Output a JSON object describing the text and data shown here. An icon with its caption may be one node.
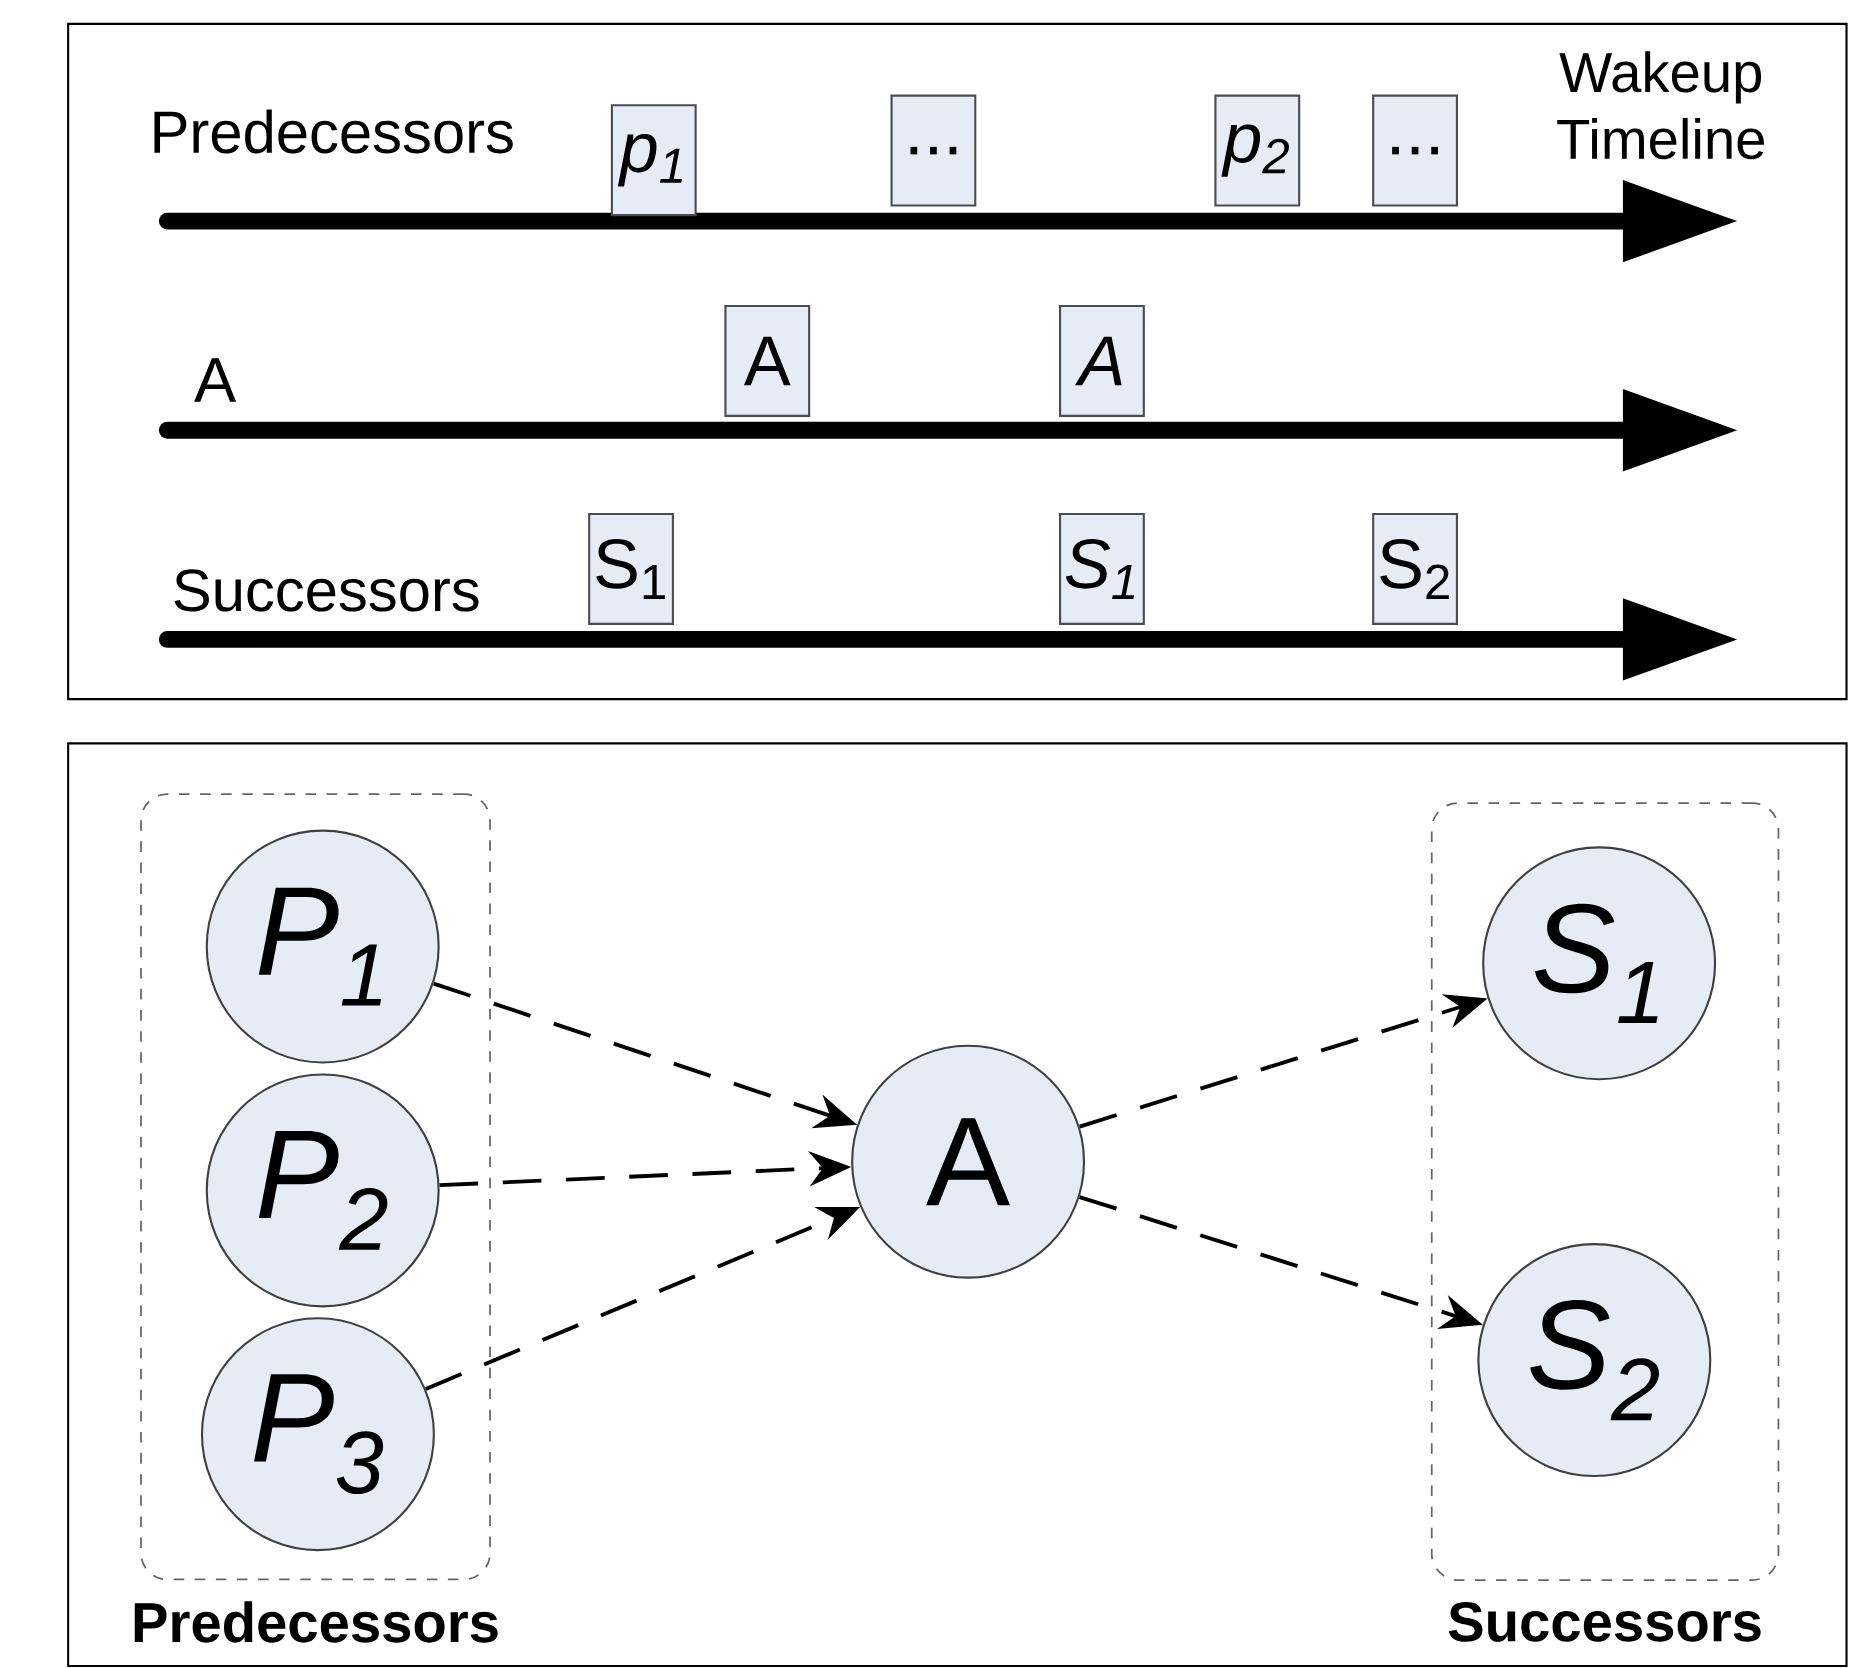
{
  "diagram": {
    "nodes": [
      {
        "text": [
          "p$_{1}$"
        ]
      },
      {
        "text": [
          "..."
        ]
      },
      {
        "text": [
          "p$_{2}$"
        ]
      },
      {
        "text": [
          "..."
        ]
      },
      {
        "text": [
          "A"
        ]
      },
      {
        "text": [
          "A"
        ]
      },
      {
        "text": [
          "S$_{1}$"
        ]
      },
      {
        "text": [
          "S$_{1}$"
        ]
      },
      {
        "text": [
          "S$_{2}$"
        ]
      },
      {
        "text": [
          "Predecessors"
        ]
      },
      {
        "text": [
          "P$_{1}$"
        ],
        "in": 9
      },
      {
        "text": [
          "P$_{2}$"
        ],
        "in": 9
      },
      {
        "text": [
          "P$_{3}$"
        ],
        "in": 9
      },
      {
        "text": [
          "A"
        ]
      },
      {
        "text": [
          "Successors"
        ]
      },
      {
        "text": [
          "S$_{1}$"
        ],
        "in": 14
      },
      {
        "text": [
          "S$_{2}$"
        ],
        "in": 14
      }
    ],
    "edges": [
      {
        "from": 10,
        "to": 13,
        "arrow": "to",
        "style": "dashed"
      },
      {
        "from": 11,
        "to": 13,
        "arrow": "to",
        "style": "dashed"
      },
      {
        "from": 12,
        "to": 13,
        "arrow": "to",
        "style": "dashed"
      },
      {
        "from": 13,
        "to": 15,
        "arrow": "to",
        "style": "dashed"
      },
      {
        "from": 13,
        "to": 16,
        "arrow": "to",
        "style": "dashed"
      }
    ],
    "labels": [
      "Wakeup Timeline",
      "Predecessors",
      "A",
      "Successors"
    ]
  }
}
